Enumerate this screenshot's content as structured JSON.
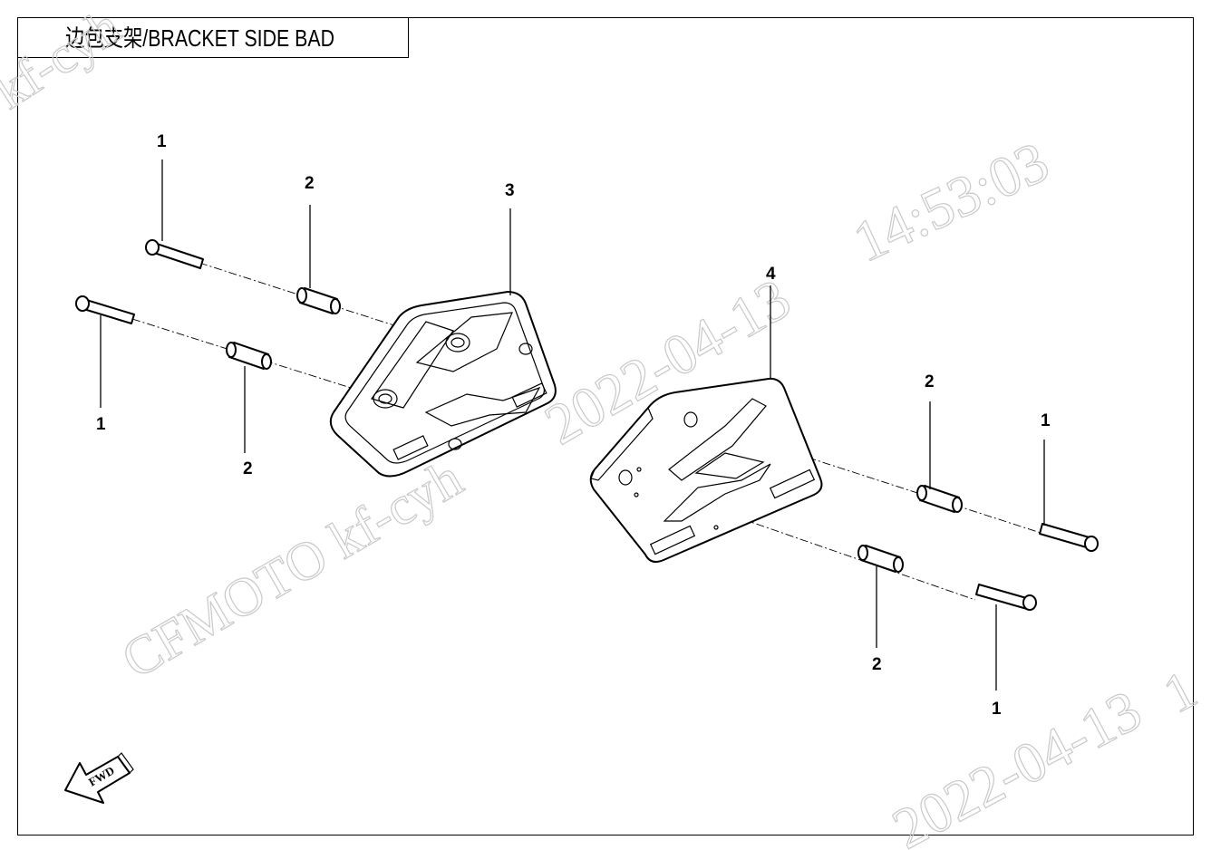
{
  "title": "边包支架/BRACKET SIDE BAD",
  "fwd_label": "FWD",
  "watermarks": [
    {
      "text": "kf-cyh"
    },
    {
      "text": "14:53:03"
    },
    {
      "text": "2022-04-13"
    },
    {
      "text": "CFMOTO  kf-cyh"
    },
    {
      "text": "2022-04-13"
    },
    {
      "text": "1"
    }
  ],
  "callouts": [
    {
      "number": "1"
    },
    {
      "number": "2"
    },
    {
      "number": "3"
    },
    {
      "number": "1"
    },
    {
      "number": "2"
    },
    {
      "number": "4"
    },
    {
      "number": "2"
    },
    {
      "number": "1"
    },
    {
      "number": "2"
    },
    {
      "number": "1"
    }
  ],
  "colors": {
    "line": "#000000",
    "watermark": "#c9c9c9",
    "background": "#ffffff"
  }
}
